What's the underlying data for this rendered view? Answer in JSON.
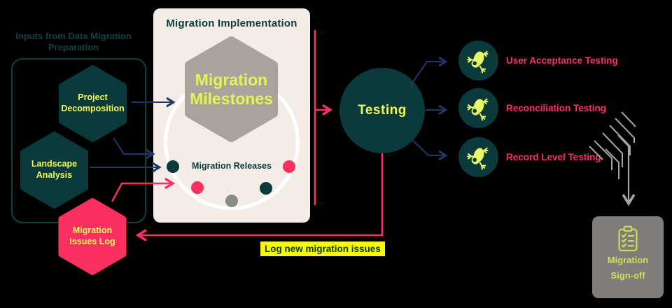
{
  "colors": {
    "background": "#000000",
    "dark_teal": "#0b3a3c",
    "teal_outline": "#0f4240",
    "pink": "#fb3060",
    "hex_label_yellow": "#f2fa57",
    "milestone_yellow": "#e2f35b",
    "testing_yellow": "#eff95c",
    "hex_gray": "#a8a39c",
    "dot_gray": "#8b8b85",
    "signoff_gray": "#7e7d7a",
    "signoff_text": "#cfe055",
    "cream": "#f4ede7",
    "navy": "#1f3864",
    "highlight_bg": "#f8f800",
    "arrow_gray": "#a6a6a6",
    "ring_white": "#ffffff"
  },
  "left_group": {
    "title": "Inputs from Data Migration Preparation",
    "hexagons": [
      {
        "id": "project-decomposition",
        "label": "Project Decomposition"
      },
      {
        "id": "landscape-analysis",
        "label": "Landscape Analysis"
      },
      {
        "id": "migration-issues-log",
        "label": "Migration Issues Log"
      }
    ]
  },
  "implementation_box": {
    "title": "Migration  Implementation",
    "milestones_label": "Migration Milestones",
    "releases_label": "Migration Releases",
    "release_dots": [
      "dark_teal",
      "pink",
      "dot_gray",
      "dark_teal",
      "pink"
    ]
  },
  "testing": {
    "label": "Testing"
  },
  "test_types": [
    {
      "label": "User Acceptance Testing",
      "icon": "frog-icon"
    },
    {
      "label": "Reconciliation Testing",
      "icon": "frog-icon"
    },
    {
      "label": "Record Level Testing",
      "icon": "frog-icon"
    }
  ],
  "signoff": {
    "line1": "Migration",
    "line2": "Sign-off",
    "icon": "clipboard-checklist-icon"
  },
  "feedback_label": "Log new migration issues"
}
